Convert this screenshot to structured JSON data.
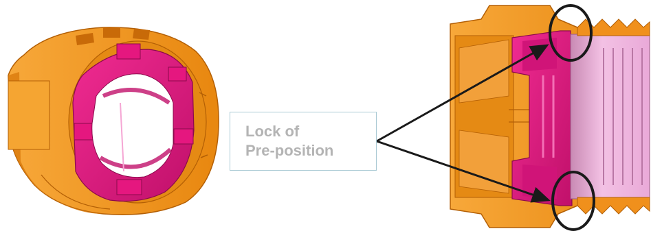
{
  "callout": {
    "line1": "Lock of",
    "line2": "Pre-position"
  },
  "colors": {
    "housing_orange": "#f39a1c",
    "housing_dark": "#c86a08",
    "insert_magenta": "#e5177f",
    "insert_light": "#f5a6d4",
    "highlight_circle": "#1a1a1a",
    "callout_border": "#a9c9d4",
    "callout_text": "#b4b4b4"
  },
  "icons": {
    "left_part": "connector-ring-3d-render",
    "right_part": "connector-cross-section-render"
  }
}
